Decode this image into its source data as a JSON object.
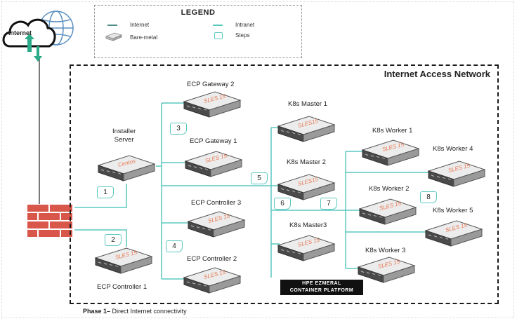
{
  "legend": {
    "title": "LEGEND",
    "internet": "Internet",
    "bare_metal": "Bare-metal",
    "intranet": "Intranet",
    "steps": "Steps",
    "internet_color": "#4d8c86",
    "intranet_color": "#5bc8c0"
  },
  "cloud_label": "Internet",
  "network_title": "Internet Access Network",
  "nodes": {
    "installer": "Installer\nServer",
    "installer_os": "Centos",
    "ecp_gateway_2": "ECP Gateway 2",
    "ecp_gateway_1": "ECP Gateway 1",
    "ecp_controller_3": "ECP Controller 3",
    "ecp_controller_2": "ECP Controller 2",
    "ecp_controller_1": "ECP Controller 1",
    "k8s_master_1": "K8s Master 1",
    "k8s_master_2": "K8s Master  2",
    "k8s_master_3": "K8s Master3",
    "k8s_worker_1": "K8s Worker  1",
    "k8s_worker_2": "K8s Worker  2",
    "k8s_worker_3": "K8s Worker  3",
    "k8s_worker_4": "K8s Worker  4",
    "k8s_worker_5": "K8s Worker  5",
    "sles": "SLES 15",
    "sles_compact": "SLES15"
  },
  "steps": [
    "1",
    "2",
    "3",
    "4",
    "5",
    "6",
    "7",
    "8"
  ],
  "badge": {
    "line1": "HPE EZMERAL",
    "line2": "CONTAINER PLATFORM"
  },
  "caption": {
    "phase": "Phase 1–",
    "text": " Direct Internet connectivity"
  }
}
